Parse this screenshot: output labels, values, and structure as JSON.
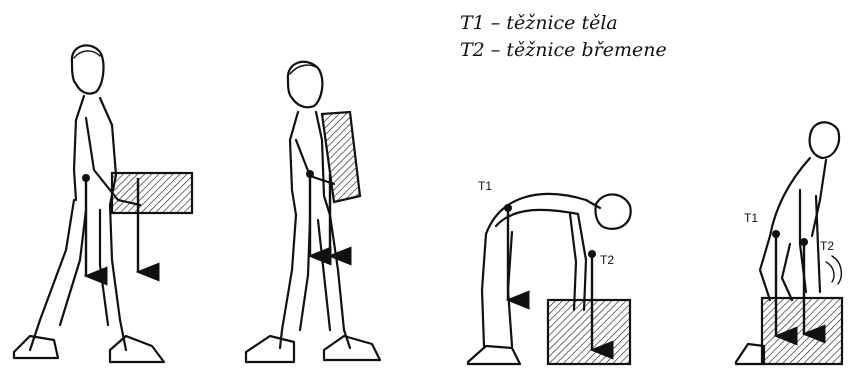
{
  "legend": {
    "line1": "T1 – těžnice těla",
    "line2": "T2 – těžnice břemene"
  },
  "figures": [
    {
      "name": "carry-front",
      "labels": []
    },
    {
      "name": "carry-side",
      "labels": []
    },
    {
      "name": "bent-lift",
      "labels": [
        "T1",
        "T2"
      ]
    },
    {
      "name": "squat-lift",
      "labels": [
        "T1",
        "T2"
      ]
    }
  ]
}
